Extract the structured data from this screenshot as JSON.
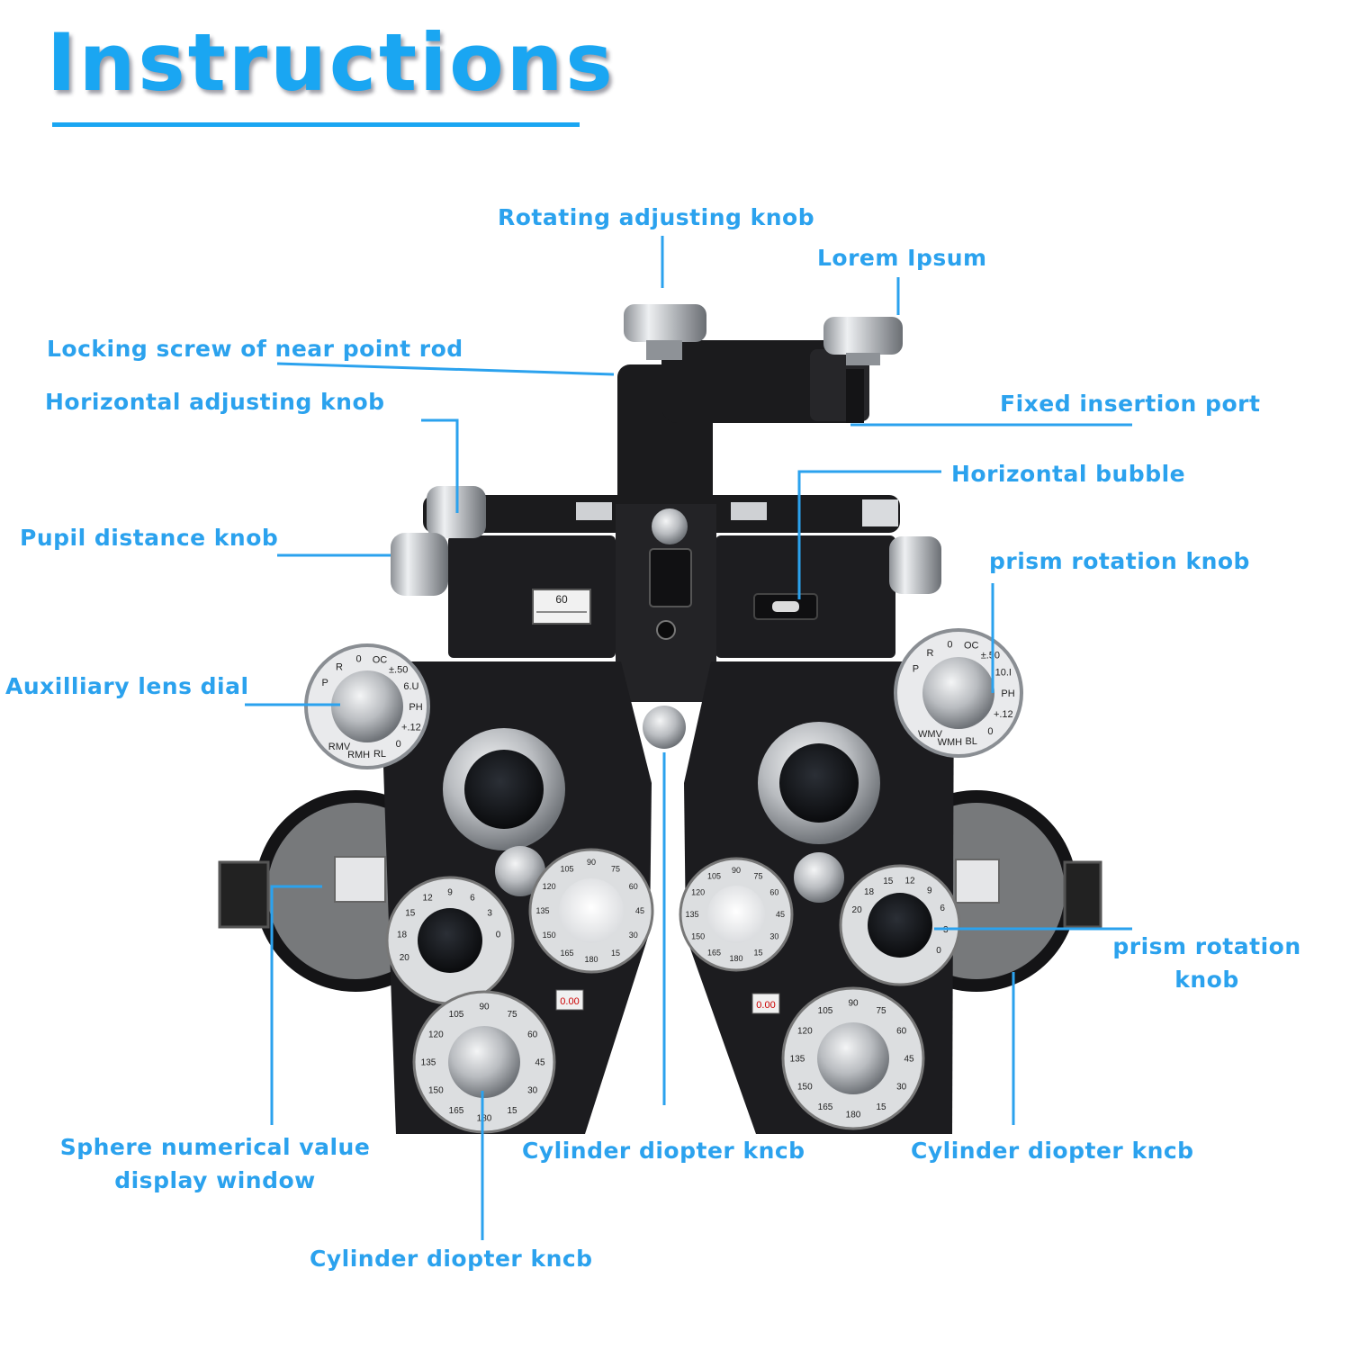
{
  "title": "Instructions",
  "colors": {
    "accent": "#1aa6f2",
    "label": "#2ba2ee",
    "leader": "#2ba2ee",
    "device_body": "#1b1b1d",
    "metal": "#c9cbce"
  },
  "labels": {
    "rotating_adjusting_knob": "Rotating adjusting knob",
    "lorem_ipsum": "Lorem Ipsum",
    "locking_screw": "Locking screw of near point rod",
    "horizontal_adjusting_knob": "Horizontal adjusting knob",
    "fixed_insertion_port": "Fixed insertion port",
    "horizontal_bubble": "Horizontal bubble",
    "pupil_distance_knob": "Pupil distance knob",
    "prism_rotation_knob_upper": "prism rotation knob",
    "auxiliary_lens_dial": "Auxilliary lens dial",
    "prism_rotation_knob_lower_line1": "prism rotation",
    "prism_rotation_knob_lower_line2": "knob",
    "sphere_window_line1": "Sphere numerical value",
    "sphere_window_line2": "display window",
    "cylinder_diopter_center": "Cylinder diopter kncb",
    "cylinder_diopter_right": "Cylinder diopter kncb",
    "cylinder_diopter_bottom": "Cylinder diopter kncb"
  },
  "device_text": {
    "pd_scale": "60",
    "display_left": "0.00",
    "display_right": "0.00",
    "aux_left": [
      "P",
      "R",
      "0",
      "OC",
      "±.50",
      "6.U",
      "PH",
      "+.12",
      "0",
      "RL",
      "RMH",
      "RMV"
    ],
    "aux_right": [
      "P",
      "R",
      "0",
      "OC",
      "±.50",
      "10.I",
      "PH",
      "+.12",
      "0",
      "BL",
      "WMH",
      "WMV"
    ],
    "prism_scale": [
      "20",
      "18",
      "15",
      "12",
      "9",
      "6",
      "3",
      "0"
    ],
    "cyl_axis_scale": [
      "90",
      "75",
      "60",
      "45",
      "30",
      "15",
      "180",
      "165",
      "150",
      "135",
      "120",
      "105"
    ]
  }
}
